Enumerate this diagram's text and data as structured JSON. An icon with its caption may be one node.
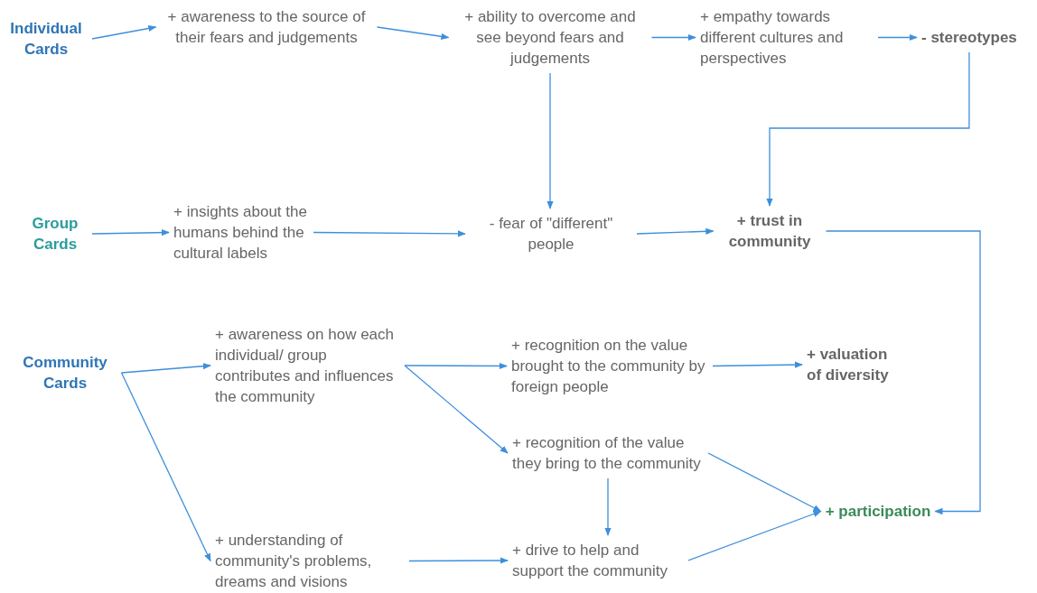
{
  "diagram": {
    "nodes": [
      {
        "text": [
          "Individual Cards"
        ]
      },
      {
        "text": [
          "+ awareness to the source of their fears and judgements"
        ]
      },
      {
        "text": [
          "+ ability to overcome and see beyond fears and judgements"
        ]
      },
      {
        "text": [
          "+ empathy towards different cultures and perspectives"
        ]
      },
      {
        "text": [
          "- stereotypes"
        ]
      },
      {
        "text": [
          "Group Cards"
        ]
      },
      {
        "text": [
          "+ insights about the humans behind the cultural labels"
        ]
      },
      {
        "text": [
          "- fear of \"different\" people"
        ]
      },
      {
        "text": [
          "+ trust in community"
        ]
      },
      {
        "text": [
          "Community Cards"
        ]
      },
      {
        "text": [
          "+ awareness on how each individual/ group contributes and influences the community"
        ]
      },
      {
        "text": [
          "+ recognition on the value brought to the community by foreign people"
        ]
      },
      {
        "text": [
          "+ valuation of diversity"
        ]
      },
      {
        "text": [
          "+ recognition of the value they bring to the community"
        ]
      },
      {
        "text": [
          "+ participation"
        ]
      },
      {
        "text": [
          "+ understanding of community's problems, dreams and visions"
        ]
      },
      {
        "text": [
          "+ drive to help and support the community"
        ]
      }
    ],
    "edges": [
      {
        "from": 0,
        "to": 1,
        "arrow": "to"
      },
      {
        "from": 1,
        "to": 2,
        "arrow": "to"
      },
      {
        "from": 2,
        "to": 3,
        "arrow": "to"
      },
      {
        "from": 3,
        "to": 4,
        "arrow": "to"
      },
      {
        "from": 4,
        "to": 8,
        "arrow": "to"
      },
      {
        "from": 2,
        "to": 7,
        "arrow": "to"
      },
      {
        "from": 5,
        "to": 6,
        "arrow": "to"
      },
      {
        "from": 6,
        "to": 7,
        "arrow": "to"
      },
      {
        "from": 7,
        "to": 8,
        "arrow": "to"
      },
      {
        "from": 8,
        "to": 14,
        "arrow": "to"
      },
      {
        "from": 9,
        "to": 10,
        "arrow": "to"
      },
      {
        "from": 9,
        "to": 15,
        "arrow": "to"
      },
      {
        "from": 10,
        "to": 11,
        "arrow": "to"
      },
      {
        "from": 10,
        "to": 13,
        "arrow": "to"
      },
      {
        "from": 11,
        "to": 12,
        "arrow": "to"
      },
      {
        "from": 13,
        "to": 16,
        "arrow": "to"
      },
      {
        "from": 15,
        "to": 16,
        "arrow": "to"
      },
      {
        "from": 13,
        "to": 14,
        "arrow": "to"
      },
      {
        "from": 16,
        "to": 14,
        "arrow": "to"
      }
    ]
  }
}
